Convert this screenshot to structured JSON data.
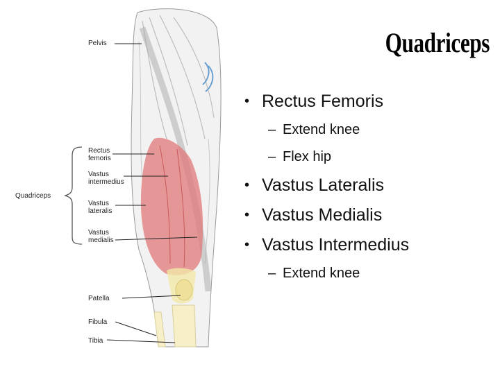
{
  "slide": {
    "title": "Quadriceps",
    "bullets": [
      {
        "text": "Rectus Femoris",
        "subs": [
          "Extend knee",
          "Flex hip"
        ]
      },
      {
        "text": "Vastus Lateralis",
        "subs": []
      },
      {
        "text": "Vastus Medialis",
        "subs": []
      },
      {
        "text": "Vastus Intermedius",
        "subs": [
          "Extend knee"
        ]
      }
    ],
    "bullet_glyph": "•",
    "sub_glyph": "–"
  },
  "figure": {
    "labels": {
      "pelvis": "Pelvis",
      "rectus_1": "Rectus",
      "rectus_2": "femoris",
      "vastus_int_1": "Vastus",
      "vastus_int_2": "intermedius",
      "vastus_lat_1": "Vastus",
      "vastus_lat_2": "lateralis",
      "vastus_med_1": "Vastus",
      "vastus_med_2": "medialis",
      "group": "Quadriceps",
      "patella": "Patella",
      "fibula": "Fibula",
      "tibia": "Tibia"
    },
    "colors": {
      "muscle": "#e0787a",
      "tendon": "#f3e9a8",
      "line": "#222222"
    }
  }
}
